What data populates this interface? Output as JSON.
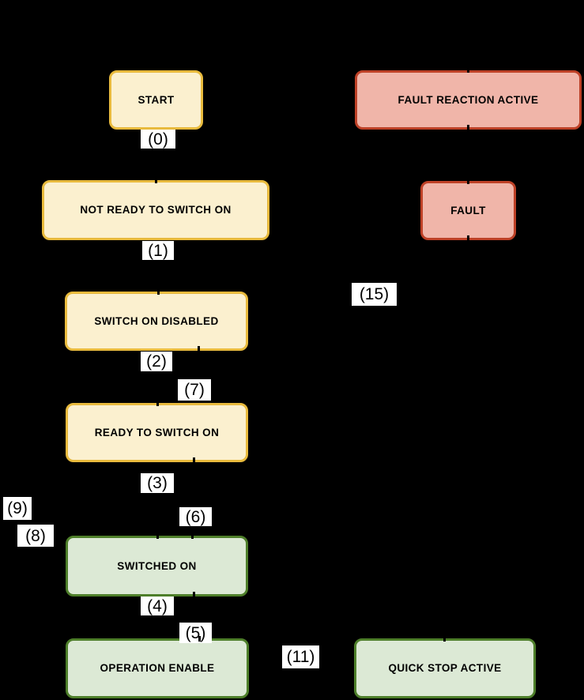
{
  "colors": {
    "background": "#000000",
    "yellow_fill": "#FBF0CF",
    "yellow_border": "#E8BA3D",
    "red_fill": "#F0B5A9",
    "red_border": "#BE4127",
    "green_fill": "#DCE9D5",
    "green_border": "#4E7F2A",
    "label_bg": "#FFFFFF",
    "label_text": "#000000"
  },
  "states": [
    {
      "id": "start",
      "label": "START",
      "color": "yellow"
    },
    {
      "id": "fault-reaction-active",
      "label": "FAULT REACTION ACTIVE",
      "color": "red"
    },
    {
      "id": "not-ready-to-switch-on",
      "label": "NOT READY TO SWITCH ON",
      "color": "yellow"
    },
    {
      "id": "fault",
      "label": "FAULT",
      "color": "red"
    },
    {
      "id": "switch-on-disabled",
      "label": "SWITCH ON DISABLED",
      "color": "yellow"
    },
    {
      "id": "ready-to-switch-on",
      "label": "READY TO SWITCH ON",
      "color": "yellow"
    },
    {
      "id": "switched-on",
      "label": "SWITCHED ON",
      "color": "green"
    },
    {
      "id": "operation-enable",
      "label": "OPERATION ENABLE",
      "color": "green"
    },
    {
      "id": "quick-stop-active",
      "label": "QUICK STOP ACTIVE",
      "color": "green"
    }
  ],
  "transitions": [
    {
      "label": "(0)"
    },
    {
      "label": "(1)"
    },
    {
      "label": "(15)"
    },
    {
      "label": "(2)"
    },
    {
      "label": "(7)"
    },
    {
      "label": "(3)"
    },
    {
      "label": "(9)"
    },
    {
      "label": "(6)"
    },
    {
      "label": "(8)"
    },
    {
      "label": "(4)"
    },
    {
      "label": "(5)"
    },
    {
      "label": "(11)"
    }
  ]
}
